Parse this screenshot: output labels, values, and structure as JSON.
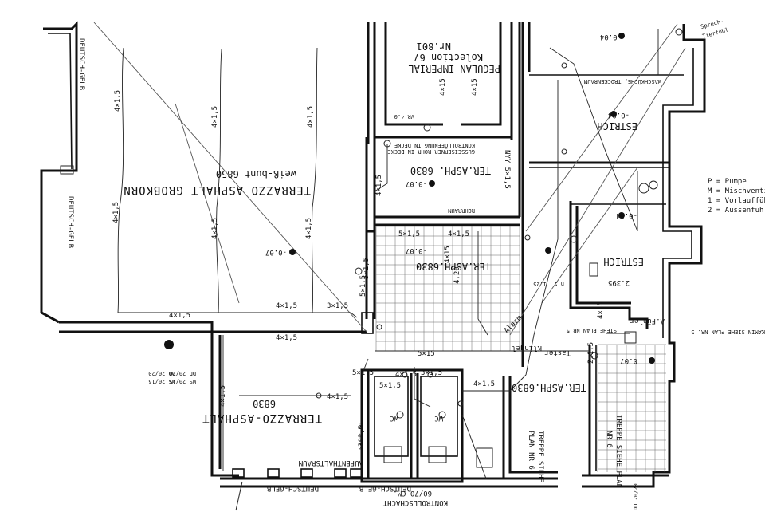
{
  "rooms": {
    "big_room_title": "TERRAZZO ASPHALT GROBKORN",
    "big_room_code": "weiß-bunt 6850",
    "big_room_level": "-0.07",
    "left_wall_top": "DEUTSCH-GELB",
    "left_wall_mid": "DEUTSCH-GELB",
    "pegulan_title": "PEGULAN IMPERIAL",
    "pegulan_kollektion": "Kolection 67",
    "pegulan_nr": "Nr.801",
    "mid_room_title": "TER.ASPH. 6830",
    "mid_room_level": "-0.07",
    "center_room_title": "TER.ASPH.6830",
    "center_room_level": "-0.07",
    "bottom_room_title": "TERRAZZO-ASPHALT",
    "bottom_room_code": "6830",
    "aufenthalt": "AUFENTHALTSRAUM",
    "bottom_right_title": "TER.ASPH.6830",
    "bottom_right_level": "0.07",
    "estrich_top": "ESTRICH",
    "estrich_top_level": "-0.04",
    "estrich_top2_level": "-0.04",
    "estrich_main": "ESTRICH",
    "estrich_main_level": "-0.04",
    "estrich_main_dim": "2.395",
    "waschkueche": "WASCHKÜCHE, TROCKENRAUM",
    "treppe_1": "TREPPE SIEHE",
    "treppe_2": "PLAN NR 6",
    "treppe_3": "TREPPE SIEHE PLAN",
    "treppe_4": "NR 6",
    "treppe_plan_nr": "SIEHE PLAN NR 5",
    "kamin": "KAMIN SIEHE PLAN NR. 5",
    "wc_1": "WC",
    "wc_2": "WC",
    "kontrollschacht": "KONTROLLSCHACHT",
    "kontroll_dim": "60/70 CM.",
    "deutsch_gelb_b1": "DEUTSCH-GELB",
    "deutsch_gelb_b2": "DEUTSCH-GELB",
    "dd_1": "DD 20/20",
    "ws_1": "WS 20/15",
    "dd_2": "DD 20/20",
    "ws_2": "WS 20/15",
    "dd_3": "DD 20/20",
    "dd_4": "DD 20/20",
    "kontrollschacht_top": "KONTROLLÖFFNUNG IN DECKE",
    "kontrollschacht_top2": "GUSSEISERNER ROHR IN DECKE",
    "rohr": "ROHRRAUM",
    "vr": "VR 4.0",
    "alarm": "Alarm",
    "klingel": "Klingel",
    "taster": "Taster",
    "a_fuhler": "A.Fühler",
    "ks_125": "1.25",
    "ks_n5": "n 5",
    "sprech": "Sprech-",
    "sprech2": "Tierfühl"
  },
  "cables": {
    "c1": "4×1,5",
    "c2": "4×1,5",
    "c3": "4×1,5",
    "c4": "4×1,5",
    "c5": "4×1,5",
    "c6": "4×1,5",
    "c7": "4×1,5",
    "c8": "4×1,5",
    "c9": "5×1,5",
    "c10": "3×1,5",
    "c11": "3×1,5",
    "c12": "4×15",
    "c13": "5×1,5",
    "c14": "4×1,5",
    "c15": "5×1,5",
    "c16": "NYY 5×1,5",
    "c17": "4×15",
    "c18": "4×1,5",
    "c19": "4×1,5",
    "c20": "4,20",
    "c21": "5×15",
    "c22": "5×1,5",
    "c23": "4×1,5",
    "c24": "4×1,5",
    "c25": "3×1,5",
    "c26": "2.1,5",
    "c27": "4×15",
    "c28": "4×1,5",
    "c29": "5×1,5",
    "c30": "4×1,5",
    "c31": "4×15"
  },
  "legend": {
    "p": "P = Pumpe",
    "m": "M = Mischventil",
    "one": "1 = Vorlauffühl",
    "two": "2 = Aussenfühler"
  }
}
